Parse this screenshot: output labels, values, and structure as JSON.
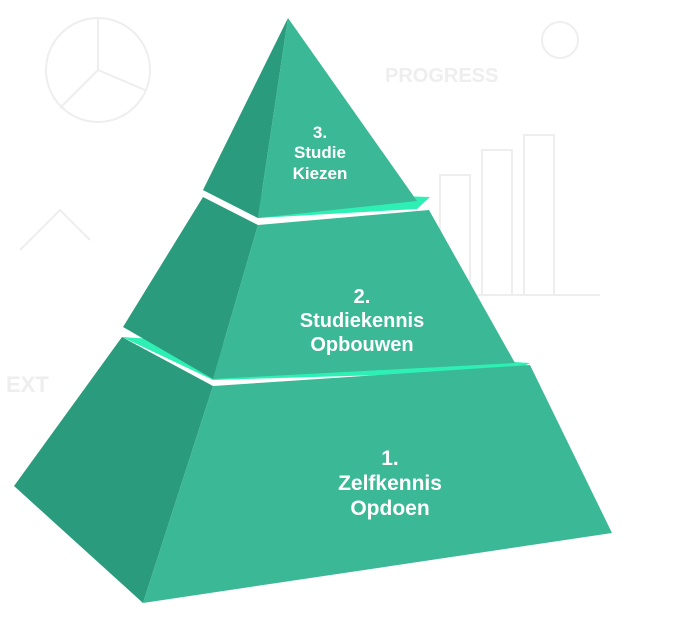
{
  "colors": {
    "face": "#3bb896",
    "side": "#2a9c7d",
    "gap": "#2ef0b4",
    "text": "#ffffff",
    "sketch": "#eeeeee"
  },
  "background": {
    "progress_text": "PROGRESS",
    "fragment_text": "EXT"
  },
  "tiers": [
    {
      "number": "3.",
      "line1": "Studie",
      "line2": "Kiezen"
    },
    {
      "number": "2.",
      "line1": "Studiekennis",
      "line2": "Opbouwen"
    },
    {
      "number": "1.",
      "line1": "Zelfkennis",
      "line2": "Opdoen"
    }
  ]
}
